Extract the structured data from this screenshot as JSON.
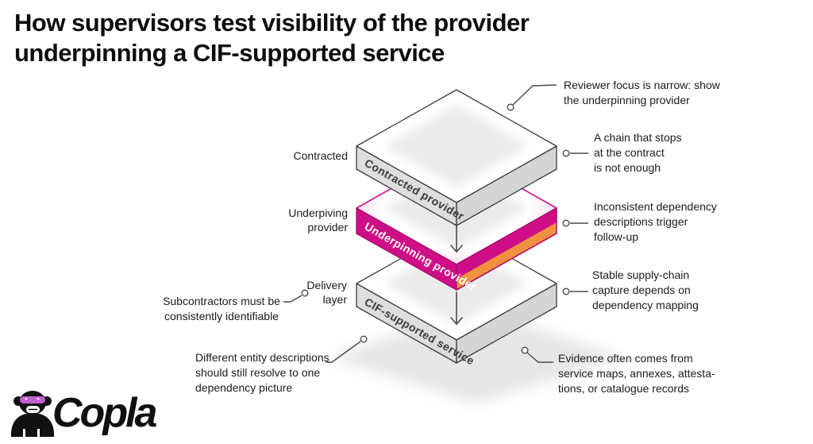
{
  "title": "How supervisors test visibility of the provider\nunderpinning a CIF-supported service",
  "logo": {
    "name": "Copla"
  },
  "stack": {
    "layers": [
      {
        "id": "contracted",
        "face_label": "Contracted provider",
        "side_label": "Contracted"
      },
      {
        "id": "underpinning",
        "face_label": "Underpinning provider",
        "side_label": "Underpiving\nprovider"
      },
      {
        "id": "cif",
        "face_label": "CIF-supported service",
        "side_label": "Delivery\nlayer"
      }
    ]
  },
  "annotations": {
    "right": [
      {
        "text": "Reviewer focus is narrow: show\nthe underpinning provider"
      },
      {
        "text": "A chain that stops\nat the contract\nis not enough"
      },
      {
        "text": "Inconsistent dependency\ndescriptions trigger\nfollow-up"
      },
      {
        "text": "Stable supply-chain\ncapture depends on\ndependency mapping"
      },
      {
        "text": "Evidence often comes from\nservice maps, annexes, attesta-\ntions, or catalogue records"
      }
    ],
    "left": [
      {
        "text": "Subcontractors must be\nconsistently identifiable"
      },
      {
        "text": "Different entity descriptions\nshould still resolve to one\ndependency picture"
      }
    ]
  },
  "colors": {
    "magenta": "#ce0e86",
    "orange": "#f0913f",
    "glasses_purple": "#c25fd1"
  }
}
